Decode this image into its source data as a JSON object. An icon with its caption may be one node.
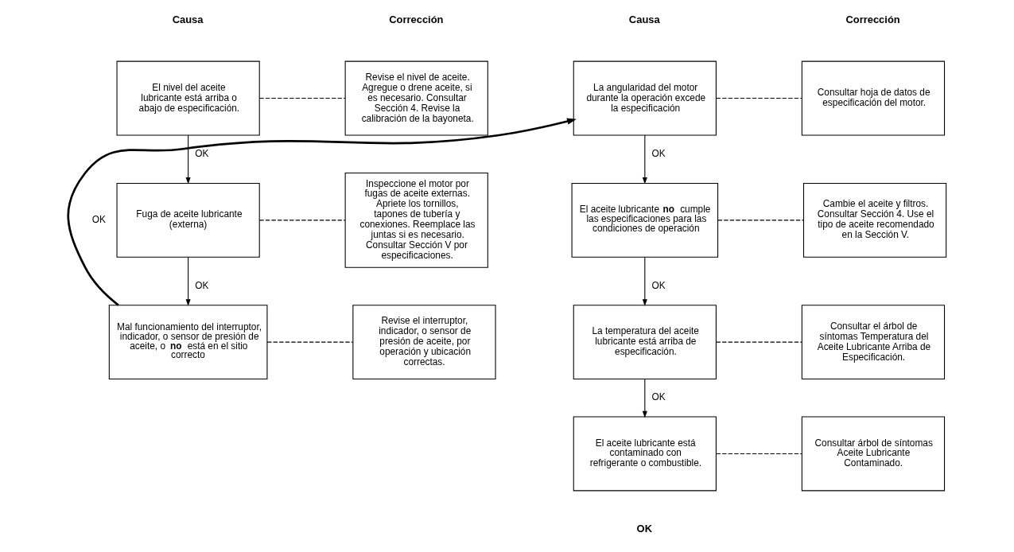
{
  "diagram": {
    "nodes": [
      {
        "text": [
          "El nivel del aceite lubricante está arriba o abajo de especificación."
        ]
      },
      {
        "text": [
          "Revise el nivel de aceite. Agregue o drene aceite, si es necesario. Consultar Sección 4. Revise la calibración de la bayoneta."
        ]
      },
      {
        "text": [
          "Fuga de aceite lubricante (externa)"
        ]
      },
      {
        "text": [
          "Inspeccione el motor por fugas de aceite externas. Apriete los tornillos, tapones de tubería y conexiones. Reemplace las juntas si es necesario. Consultar Sección V por especificaciones."
        ]
      },
      {
        "text": [
          "Mal funcionamiento del interruptor, indicador, o sensor de presión de aceite, o **no** está en el sitio correcto"
        ]
      },
      {
        "text": [
          "Revise el interruptor, indicador, o sensor de presión de aceite, por operación y ubicación correctas."
        ]
      },
      {
        "text": [
          "La angularidad del motor durante la operación excede la especificación"
        ]
      },
      {
        "text": [
          "Consultar hoja de datos de especificación del motor."
        ]
      },
      {
        "text": [
          "El aceite lubricante **no** cumple las especificaciones para las condiciones de operación"
        ]
      },
      {
        "text": [
          "Cambie el aceite y filtros. Consultar Sección 4. Use el tipo de aceite recomendado en la Sección V."
        ]
      },
      {
        "text": [
          "La temperatura del aceite lubricante está arriba de especificación."
        ]
      },
      {
        "text": [
          "Consultar el árbol de síntomas Temperatura del Aceite Lubricante Arriba de Especificación."
        ]
      },
      {
        "text": [
          "El aceite lubricante está contaminado con refrigerante o combustible."
        ]
      },
      {
        "text": [
          "Consultar árbol de síntomas Aceite Lubricante Contaminado."
        ]
      }
    ],
    "edges": [
      {
        "from": 0,
        "to": 1,
        "arrow": "none",
        "style": "dashed"
      },
      {
        "from": 0,
        "to": 2,
        "arrow": "to",
        "label": "OK"
      },
      {
        "from": 2,
        "to": 3,
        "arrow": "none",
        "style": "dashed"
      },
      {
        "from": 2,
        "to": 4,
        "arrow": "to",
        "label": "OK"
      },
      {
        "from": 4,
        "to": 5,
        "arrow": "none",
        "style": "dashed"
      },
      {
        "from": 4,
        "to": 6,
        "arrow": "to",
        "label": "OK"
      },
      {
        "from": 6,
        "to": 7,
        "arrow": "none",
        "style": "dashed"
      },
      {
        "from": 6,
        "to": 8,
        "arrow": "to",
        "label": "OK"
      },
      {
        "from": 8,
        "to": 9,
        "arrow": "none",
        "style": "dashed"
      },
      {
        "from": 8,
        "to": 10,
        "arrow": "to",
        "label": "OK"
      },
      {
        "from": 10,
        "to": 11,
        "arrow": "none",
        "style": "dashed"
      },
      {
        "from": 10,
        "to": 12,
        "arrow": "to",
        "label": "OK"
      },
      {
        "from": 12,
        "to": 13,
        "arrow": "none",
        "style": "dashed"
      }
    ],
    "labels": [
      "Causa",
      "Corrección",
      "Causa",
      "Corrección",
      "OK"
    ]
  }
}
